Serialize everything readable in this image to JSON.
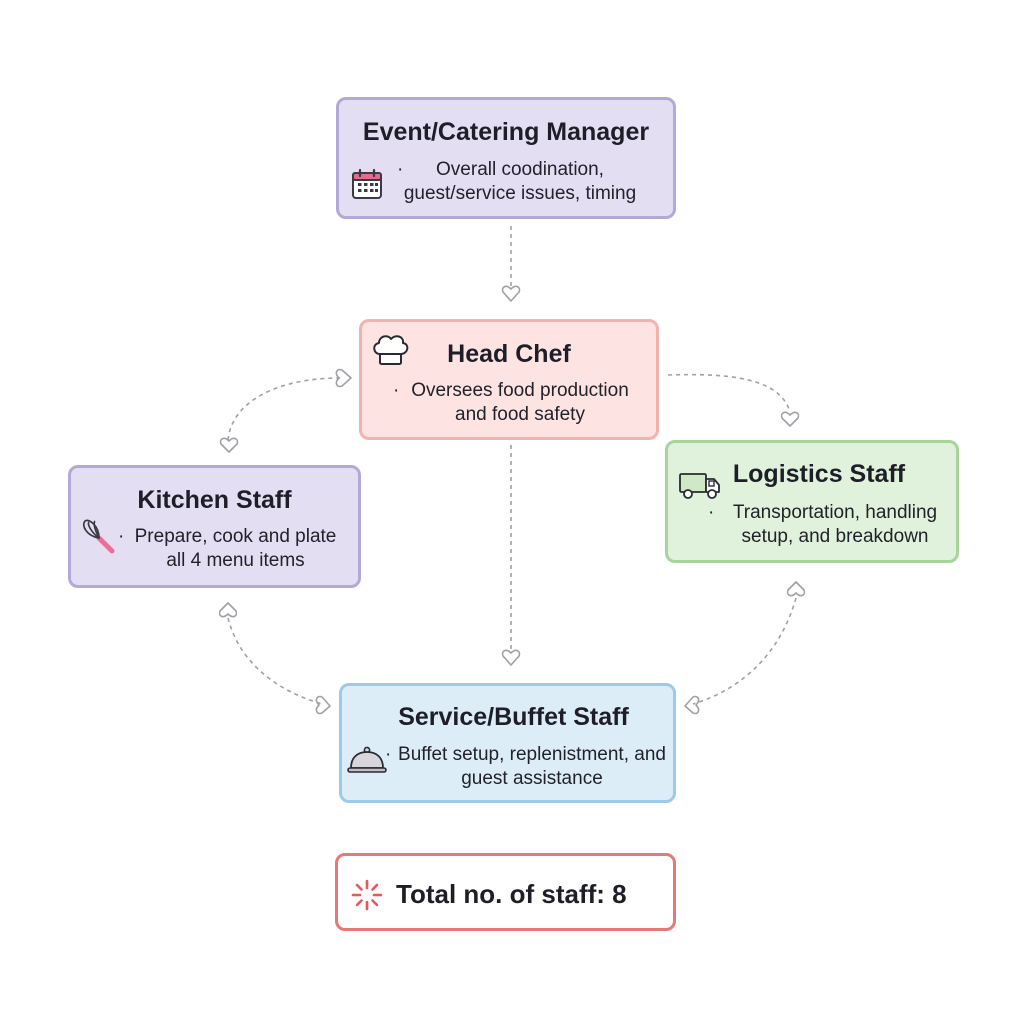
{
  "nodes": {
    "manager": {
      "title": "Event/Catering Manager",
      "bullet": "·",
      "lines": [
        "Overall coodination,",
        "guest/service issues, timing"
      ],
      "icon": "calendar-icon"
    },
    "chef": {
      "title": "Head Chef",
      "bullet": "·",
      "lines": [
        "Oversees food production",
        "and food safety"
      ],
      "icon": "chef-hat-icon"
    },
    "kitchen": {
      "title": "Kitchen Staff",
      "bullet": "·",
      "lines": [
        "Prepare, cook and plate",
        "all 4 menu items"
      ],
      "icon": "whisk-icon"
    },
    "logistics": {
      "title": "Logistics Staff",
      "bullet": "·",
      "lines": [
        "Transportation, handling",
        "setup, and breakdown"
      ],
      "icon": "truck-icon"
    },
    "service": {
      "title": "Service/Buffet Staff",
      "bullet": "·",
      "lines": [
        "Buffet setup, replenistment, and",
        "guest assistance"
      ],
      "icon": "cloche-icon"
    }
  },
  "total": {
    "text": "Total no. of staff: 8",
    "icon": "sparkle-icon"
  },
  "colors": {
    "purple_fill": "#e4def3",
    "purple_border": "#b4a9d6",
    "red_fill": "#fde4e3",
    "red_border": "#f2b3ae",
    "green_fill": "#e0f1dc",
    "green_border": "#a8d49c",
    "blue_fill": "#dcedf8",
    "blue_border": "#9ccbea",
    "total_border": "#e77876",
    "connector": "#a0a0a6"
  }
}
